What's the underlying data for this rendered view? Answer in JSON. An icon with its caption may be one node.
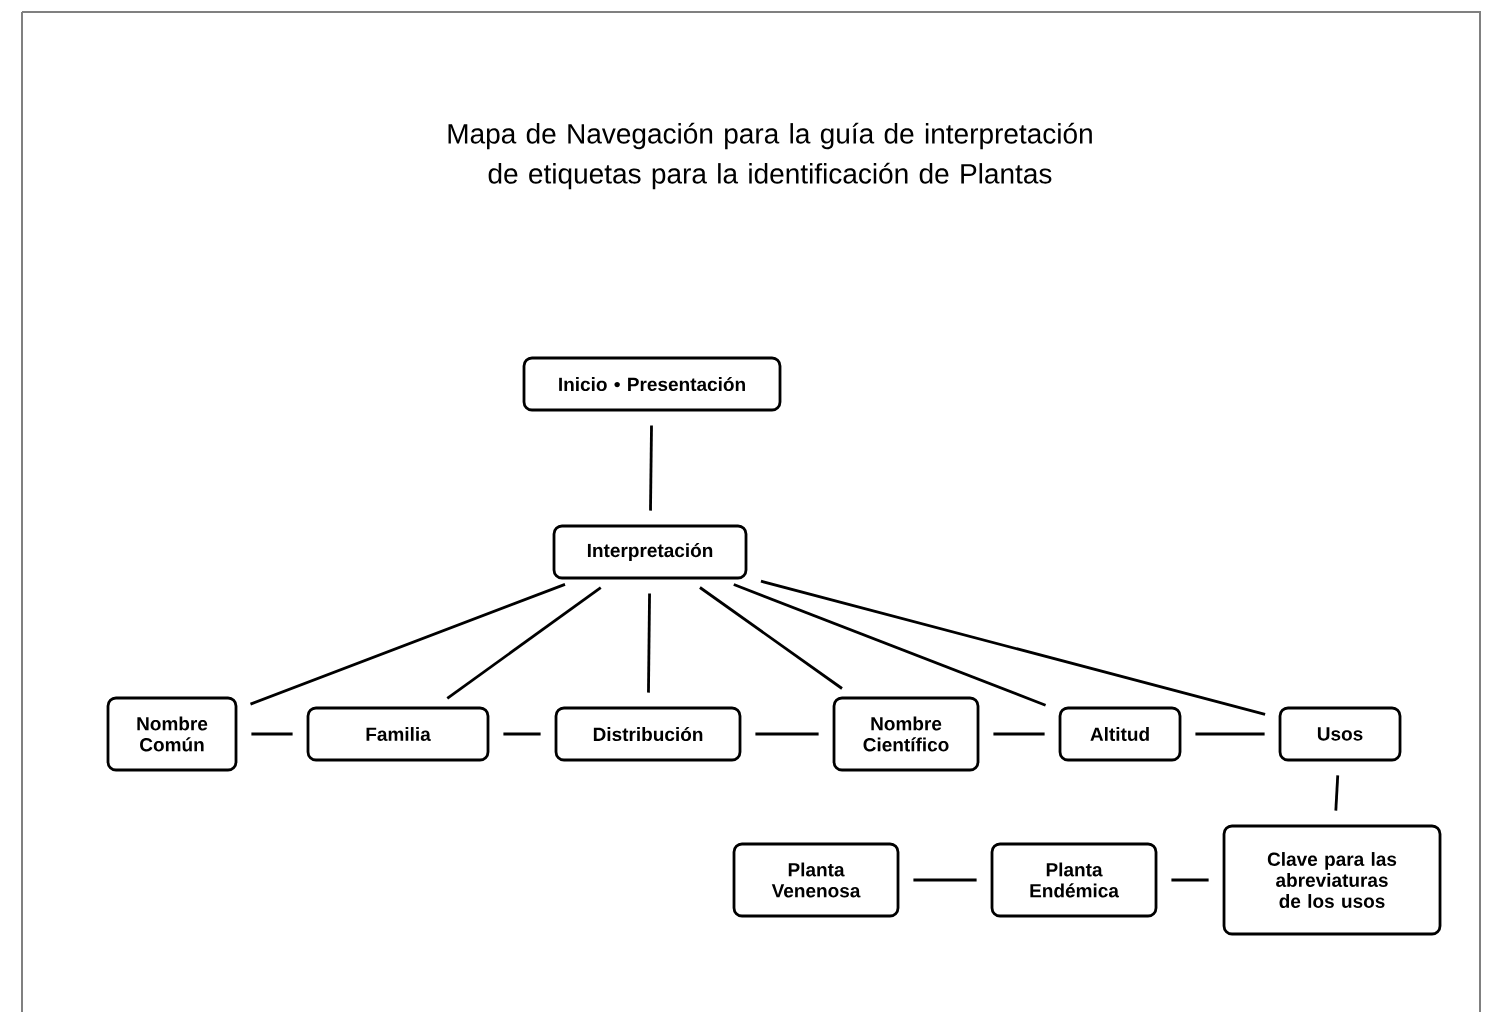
{
  "diagram": {
    "title": "Mapa de Navegación para la guía de interpretación de etiquetas para la identificación de Plantas",
    "nodes": [
      {
        "text": [
          "Inicio • Presentación"
        ]
      },
      {
        "text": [
          "Interpretación"
        ]
      },
      {
        "text": [
          "Nombre Común"
        ]
      },
      {
        "text": [
          "Familia"
        ]
      },
      {
        "text": [
          "Distribución"
        ]
      },
      {
        "text": [
          "Nombre Científico"
        ]
      },
      {
        "text": [
          "Altitud"
        ]
      },
      {
        "text": [
          "Usos"
        ]
      },
      {
        "text": [
          "Clave para las abreviaturas de los usos"
        ]
      },
      {
        "text": [
          "Planta Endémica"
        ]
      },
      {
        "text": [
          "Planta Venenosa"
        ]
      }
    ],
    "edges": [
      {
        "from": 0,
        "to": 1,
        "arrow": "none"
      },
      {
        "from": 1,
        "to": 2,
        "arrow": "none"
      },
      {
        "from": 1,
        "to": 3,
        "arrow": "none"
      },
      {
        "from": 1,
        "to": 4,
        "arrow": "none"
      },
      {
        "from": 1,
        "to": 5,
        "arrow": "none"
      },
      {
        "from": 1,
        "to": 6,
        "arrow": "none"
      },
      {
        "from": 1,
        "to": 7,
        "arrow": "none"
      },
      {
        "from": 2,
        "to": 3,
        "arrow": "none"
      },
      {
        "from": 3,
        "to": 4,
        "arrow": "none"
      },
      {
        "from": 4,
        "to": 5,
        "arrow": "none"
      },
      {
        "from": 5,
        "to": 6,
        "arrow": "none"
      },
      {
        "from": 6,
        "to": 7,
        "arrow": "none"
      },
      {
        "from": 7,
        "to": 8,
        "arrow": "none"
      },
      {
        "from": 8,
        "to": 9,
        "arrow": "none"
      },
      {
        "from": 9,
        "to": 10,
        "arrow": "none"
      }
    ]
  }
}
